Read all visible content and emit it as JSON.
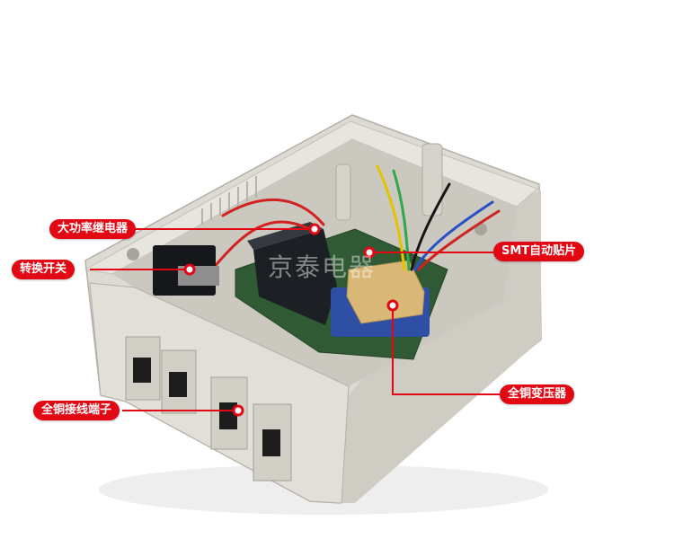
{
  "photo": {
    "subject": "open-plastic-control-box-with-relay-and-transformer",
    "colors": {
      "enclosure": "#dcdad3",
      "enclosure_shadow": "#b9b6ad",
      "interior": "#cfccc4",
      "relay": "#1c1f24",
      "transformer_wrap": "#d9b877",
      "transformer_coil": "#2f4fa5",
      "pcb": "#2f5a34",
      "callout": "#e30613",
      "leader_line": "#e30613"
    },
    "watermark": "京泰电器"
  },
  "callouts": {
    "relay": "大功率继电器",
    "switch": "转换开关",
    "smt": "SMT自动贴片",
    "terminal": "全铜接线端子",
    "transformer": "全铜变压器"
  }
}
